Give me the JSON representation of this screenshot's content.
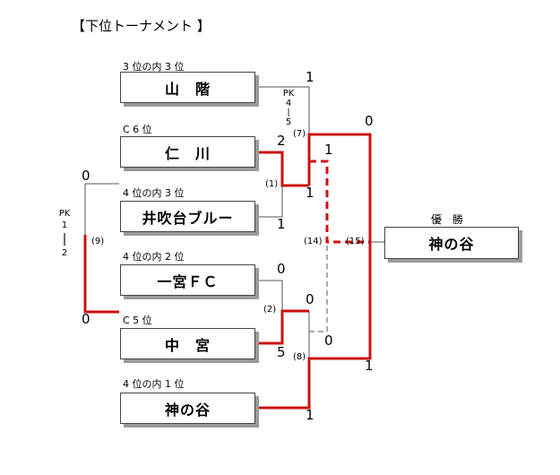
{
  "title": "【下位トーナメント 】",
  "teams": [
    {
      "seed": "3 位の内 3 位",
      "name": "山　階"
    },
    {
      "seed": "C 6 位",
      "name": "仁　川"
    },
    {
      "seed": "4 位の内 3 位",
      "name": "井吹台ブルー"
    },
    {
      "seed": "4 位の内 2 位",
      "name": "一宮ＦＣ"
    },
    {
      "seed": "C 5 位",
      "name": "中　宮"
    },
    {
      "seed": "4 位の内 1 位",
      "name": "神の谷"
    }
  ],
  "winner": {
    "label": "優　勝",
    "name": "神の谷"
  },
  "matches": {
    "m1": {
      "no": "(1)",
      "top": "2",
      "bottom": "1"
    },
    "m2": {
      "no": "(2)",
      "top": "0",
      "bottom": "5"
    },
    "m7": {
      "no": "(7)",
      "top": "1",
      "bottom": "1",
      "pk": [
        "PK",
        "4",
        "|",
        "5"
      ]
    },
    "m8": {
      "no": "(8)",
      "top": "0",
      "bottom": "1"
    },
    "m9": {
      "no": "(9)",
      "top": "0",
      "bottom": "0",
      "pk": [
        "PK",
        "1",
        "|",
        "2"
      ]
    },
    "m14": {
      "no": "(14)",
      "top": "1",
      "bottom": "0"
    },
    "m15": {
      "no": "(15)",
      "top": "0",
      "bottom": "1"
    },
    "side_a": {
      "score": "0"
    }
  },
  "colors": {
    "win": "#cc1111",
    "line": "#555555",
    "shadow": "#9a9a9a"
  }
}
